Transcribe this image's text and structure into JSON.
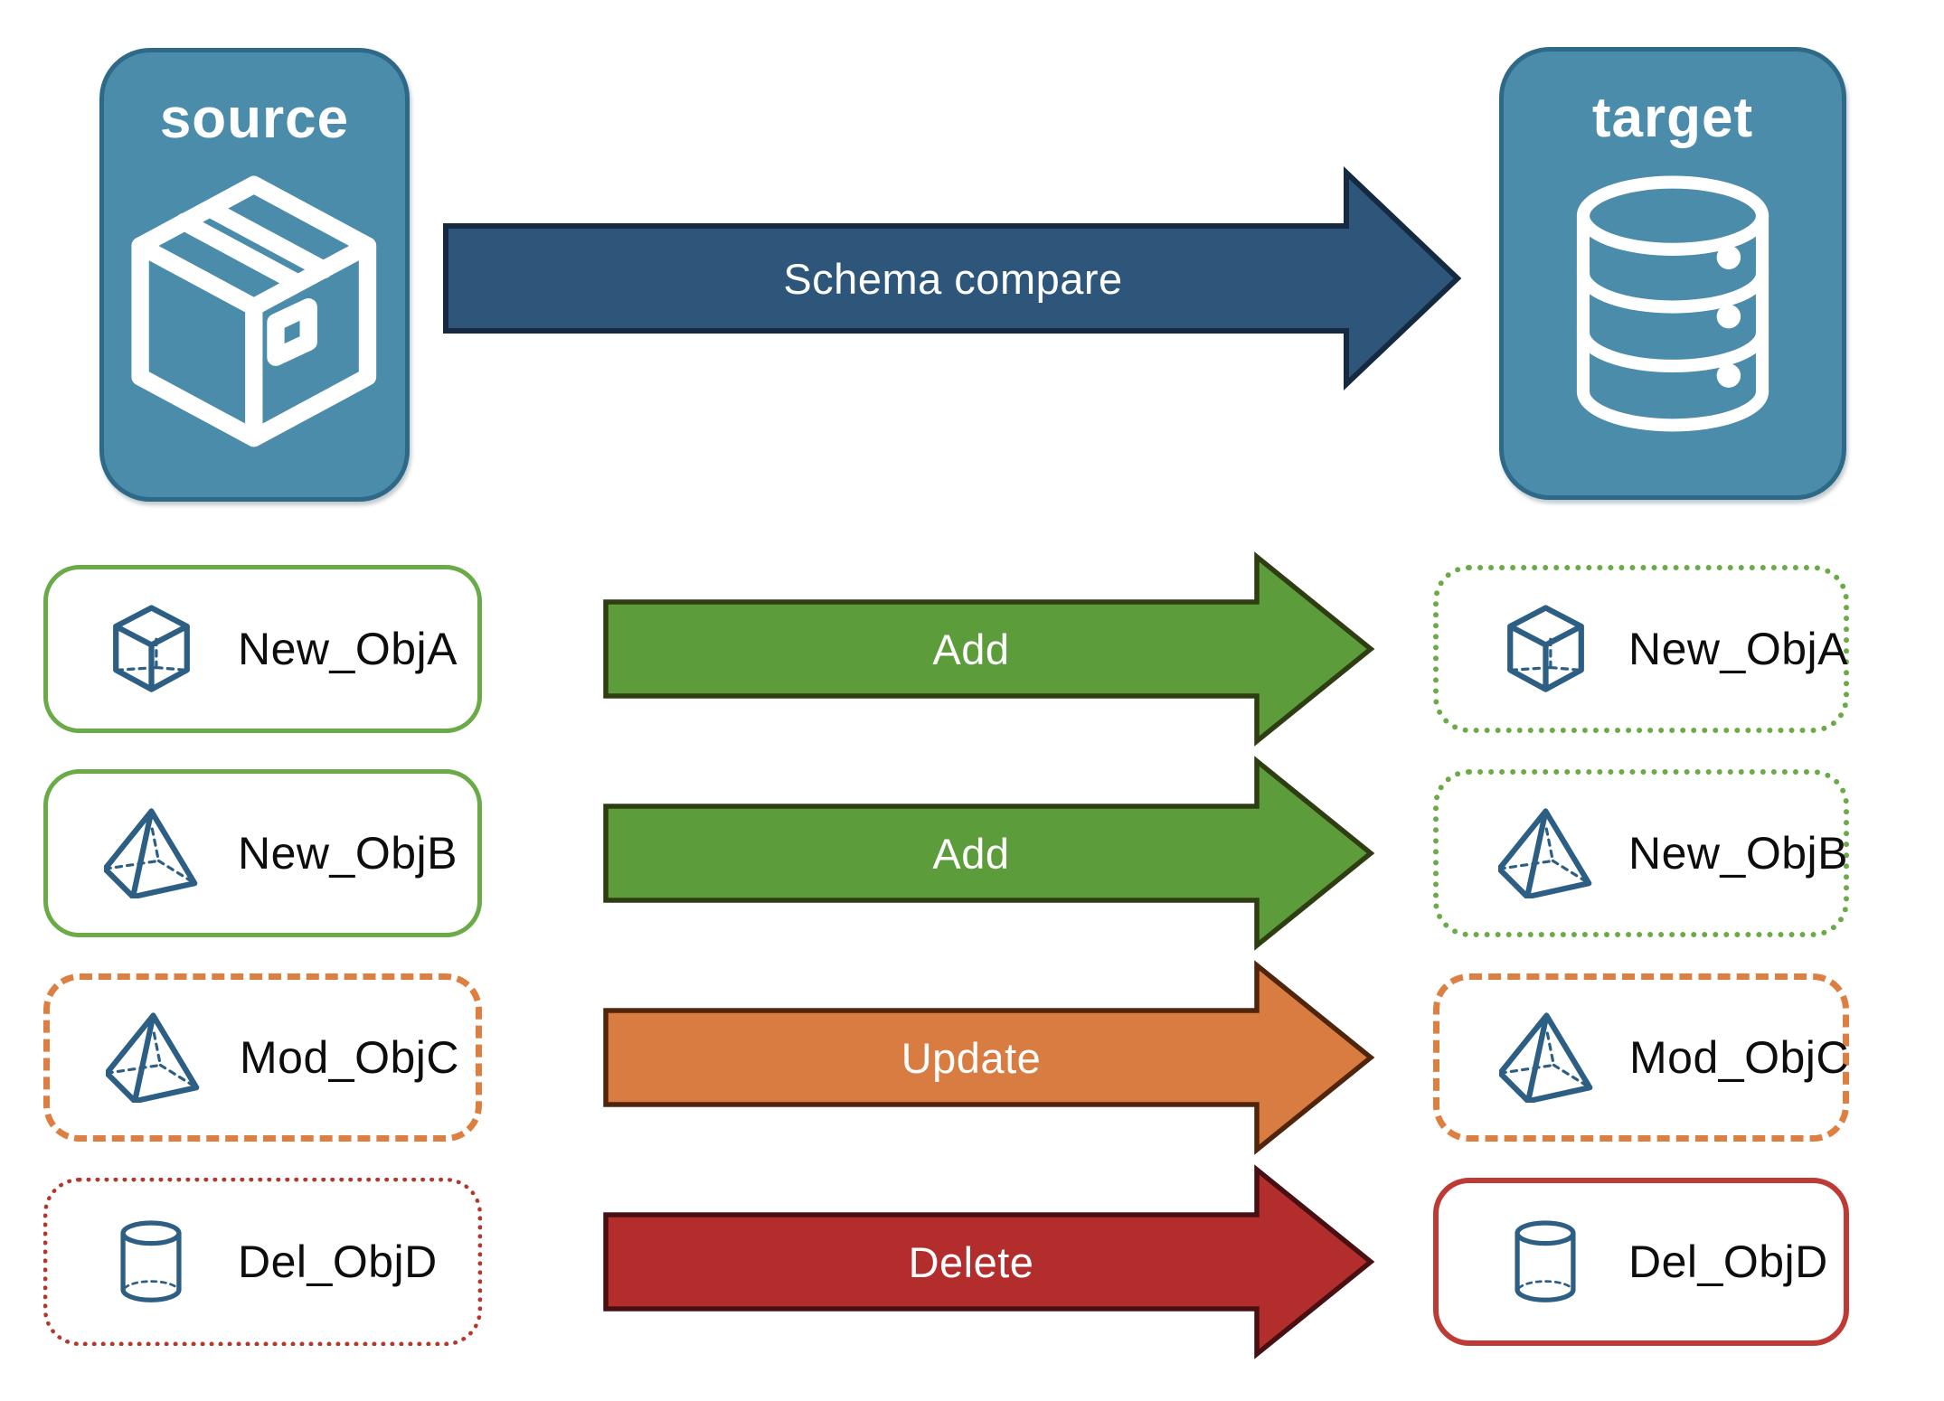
{
  "header": {
    "source_panel": {
      "label": "source",
      "icon": "package-icon"
    },
    "target_panel": {
      "label": "target",
      "icon": "database-icon"
    },
    "schema_arrow": {
      "label": "Schema compare"
    }
  },
  "rows": [
    {
      "object": "New_ObjA",
      "icon": "cube-icon",
      "action": "Add",
      "source_border": "solid-green",
      "target_border": "dotted-green"
    },
    {
      "object": "New_ObjB",
      "icon": "pyramid-icon",
      "action": "Add",
      "source_border": "solid-green",
      "target_border": "dotted-green"
    },
    {
      "object": "Mod_ObjC",
      "icon": "pyramid-icon",
      "action": "Update",
      "source_border": "dashed-orange",
      "target_border": "dashed-orange"
    },
    {
      "object": "Del_ObjD",
      "icon": "cylinder-icon",
      "action": "Delete",
      "source_border": "dotted-red",
      "target_border": "solid-red"
    }
  ],
  "colors": {
    "panel_fill": "#4C8CAB",
    "panel_border": "#2E6A88",
    "schema_arrow_fill": "#2E567A",
    "schema_arrow_stroke": "#152A40",
    "add_fill": "#5C9C3B",
    "add_stroke": "#2F3D13",
    "update_fill": "#D87C41",
    "update_stroke": "#50250C",
    "delete_fill": "#B32D2D",
    "delete_stroke": "#491014",
    "green_border": "#6AAA47",
    "orange_border": "#DE7F42",
    "red_dotted_border": "#B5372B",
    "red_solid_border": "#BE3B35",
    "object_icon_blue": "#2D5F84"
  }
}
